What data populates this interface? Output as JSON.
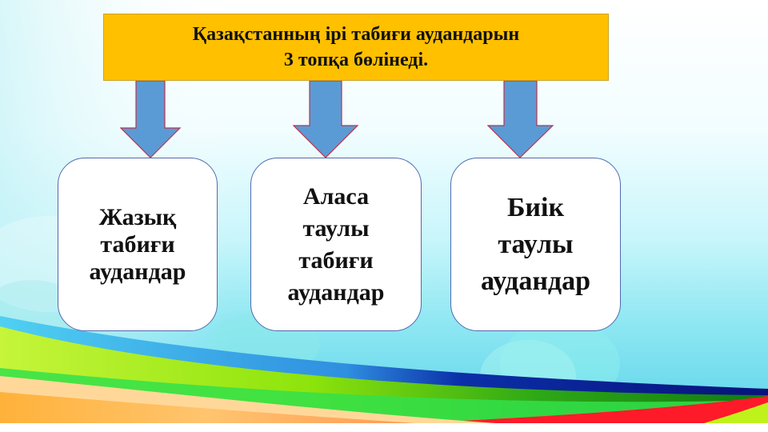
{
  "title": {
    "line1": "Қазақстанның ірі табиғи аудандарын",
    "line2": "3 топқа бөлінеді."
  },
  "boxes": [
    {
      "lines": [
        "Жазық",
        "табиғи",
        "аудандар"
      ]
    },
    {
      "lines": [
        "Аласа",
        "таулы",
        "табиғи",
        "аудандар"
      ]
    },
    {
      "lines": [
        "Биік",
        "таулы",
        "аудандар"
      ]
    }
  ],
  "colors": {
    "banner": "#ffc000",
    "arrow_fill": "#5b9bd5",
    "arrow_stroke": "#c0304a",
    "box_border": "#4f6bb0"
  },
  "icons": [
    "down-arrow-icon",
    "down-arrow-icon",
    "down-arrow-icon"
  ]
}
